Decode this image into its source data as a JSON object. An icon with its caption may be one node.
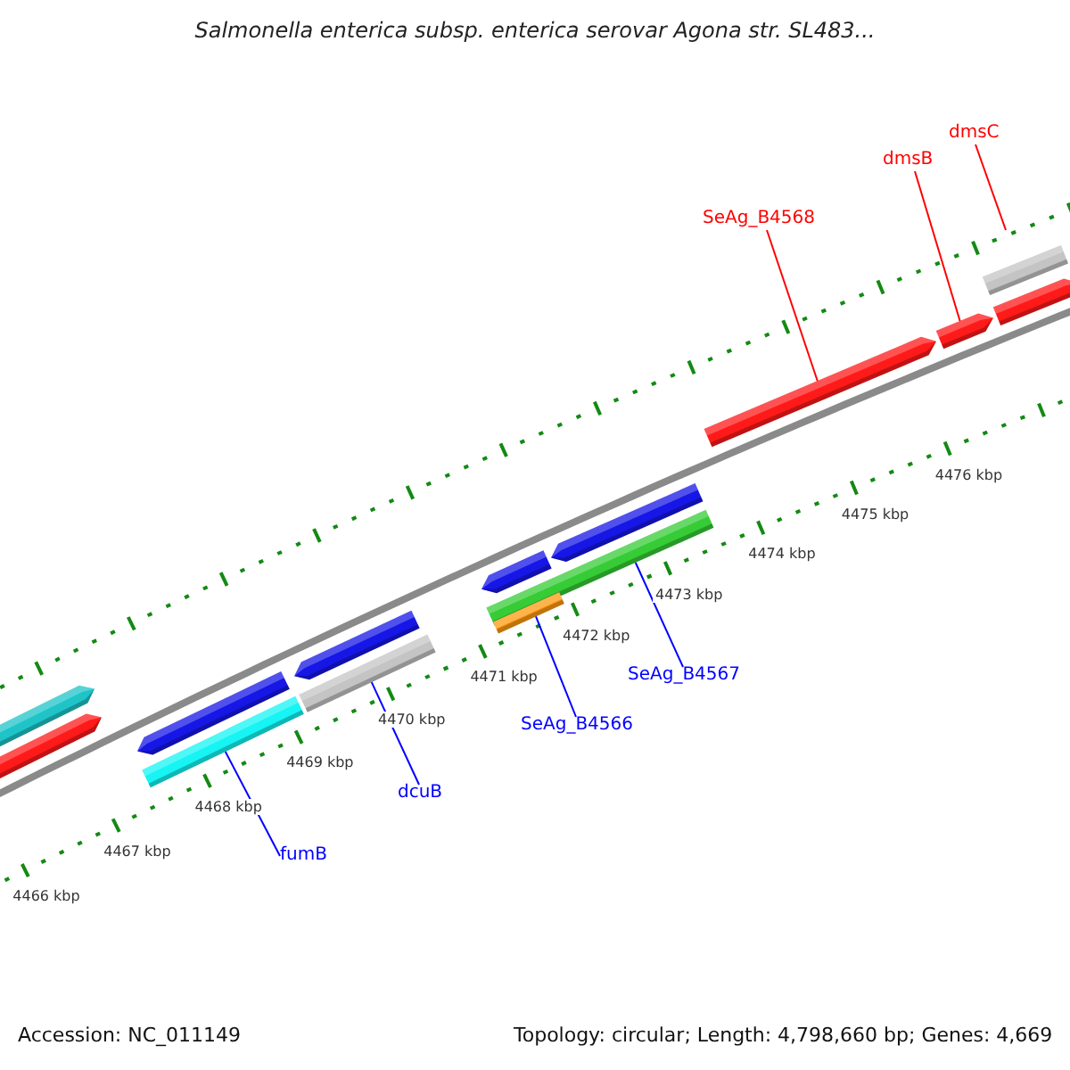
{
  "diagram": {
    "title": "Salmonella enterica subsp. enterica serovar Agona str. SL483...",
    "nodes": [
      {
        "text": [
          "dmsC"
        ]
      },
      {
        "text": [
          "dmsB"
        ]
      },
      {
        "text": [
          "SeAg_B4568"
        ]
      },
      {
        "text": [
          "SeAg_B4567"
        ]
      },
      {
        "text": [
          "SeAg_B4566"
        ]
      },
      {
        "text": [
          "dcuB"
        ]
      },
      {
        "text": [
          "fumB"
        ]
      },
      {
        "text": [],
        "shape": "pentagon"
      },
      {
        "text": [],
        "shape": "pentagon"
      },
      {
        "text": [],
        "shape": "pentagon"
      },
      {
        "text": [],
        "shape": "bar"
      },
      {
        "text": [],
        "shape": "pentagon"
      },
      {
        "text": [],
        "shape": "bar"
      },
      {
        "text": [],
        "shape": "pentagon"
      },
      {
        "text": [],
        "shape": "bar"
      },
      {
        "text": [],
        "shape": "bar"
      },
      {
        "text": [],
        "shape": "pentagon"
      },
      {
        "text": [],
        "shape": "pentagon"
      },
      {
        "text": [],
        "shape": "pentagon"
      },
      {
        "text": [],
        "shape": "bar"
      },
      {
        "text": [],
        "shape": "pentagon"
      }
    ],
    "edges": [
      {
        "from": 0,
        "to": null,
        "arrow": "none",
        "color": "#ff0000"
      },
      {
        "from": 1,
        "to": 18,
        "arrow": "none",
        "color": "#ff0000"
      },
      {
        "from": 2,
        "to": 17,
        "arrow": "none",
        "color": "#ff0000"
      },
      {
        "from": 3,
        "to": 14,
        "arrow": "none"
      },
      {
        "from": 4,
        "to": 15,
        "arrow": "none"
      },
      {
        "from": 5,
        "to": 12,
        "arrow": "none"
      },
      {
        "from": 6,
        "to": 10,
        "arrow": "none"
      }
    ],
    "labels": [
      "4476 kbp",
      "4475 kbp",
      "4474 kbp",
      "4473 kbp",
      "4472 kbp",
      "4471 kbp",
      "4470 kbp",
      "4469 kbp",
      "4468 kbp",
      "4467 kbp",
      "4466 kbp",
      "Accession: NC_011149",
      "Topology: circular; Length: 4,798,660 bp; Genes: 4,669"
    ]
  }
}
